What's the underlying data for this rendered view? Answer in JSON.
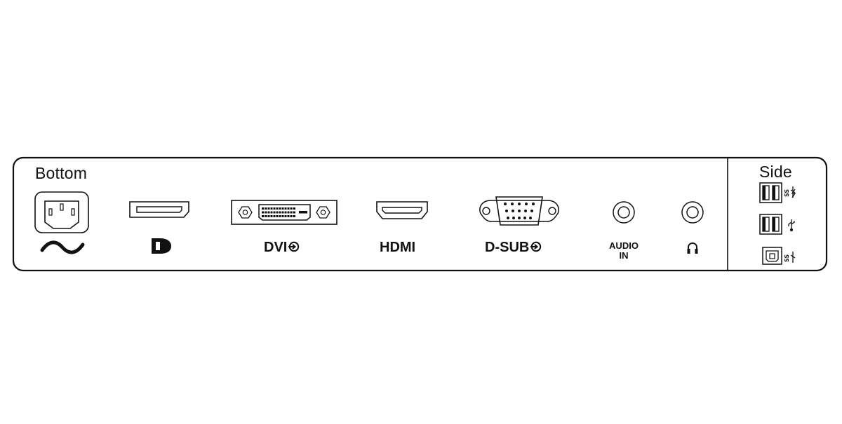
{
  "panel": {
    "bottom_title": "Bottom",
    "side_title": "Side"
  },
  "ports": {
    "ac_power": {
      "icon": "ac-power-socket-icon",
      "symbol": "ac-wave-icon"
    },
    "displayport": {
      "icon": "displayport-connector-icon",
      "symbol": "displayport-logo-icon"
    },
    "dvi": {
      "icon": "dvi-connector-icon",
      "label": "DVI",
      "symbol": "input-arrow-icon"
    },
    "hdmi": {
      "icon": "hdmi-connector-icon",
      "label": "HDMI"
    },
    "dsub": {
      "icon": "vga-dsub-connector-icon",
      "label": "D-SUB",
      "symbol": "input-arrow-icon"
    },
    "audio_in": {
      "icon": "audio-in-jack-icon",
      "label_line1": "AUDIO",
      "label_line2": "IN"
    },
    "headphone": {
      "icon": "headphone-jack-icon",
      "symbol": "headphone-icon"
    }
  },
  "side_ports": [
    {
      "icon": "usb-a-fast-charge-icon",
      "badge": "usb-superspeed-charge-icon"
    },
    {
      "icon": "usb-a-downstream-icon",
      "badge": "usb-symbol-icon"
    },
    {
      "icon": "usb-b-upstream-icon",
      "badge": "usb-superspeed-icon"
    }
  ]
}
